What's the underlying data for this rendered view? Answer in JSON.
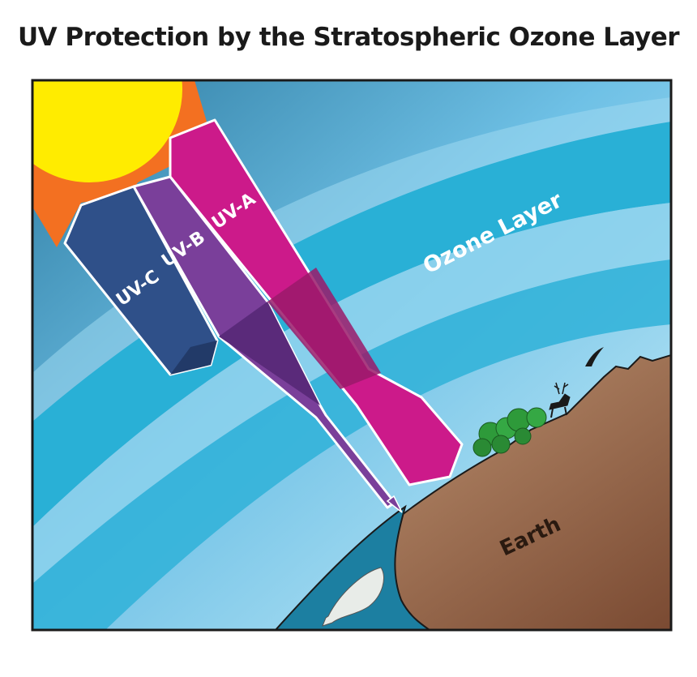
{
  "title": "UV Protection by the Stratospheric Ozone Layer",
  "labels": {
    "uvc": "UV-C",
    "uvb": "UV-B",
    "uva": "UV-A",
    "ozone": "Ozone Layer",
    "earth": "Earth"
  },
  "colors": {
    "sky_top": "#3f8fb4",
    "sky_light": "#a9dcf2",
    "ozone_band": "#2db3d8",
    "sun": "#ffec00",
    "sun_rays": "#f37021",
    "uvc": "#2f5089",
    "uvb": "#7a3f9a",
    "uva": "#cc1a8a",
    "earth": "#a87b5e",
    "ocean": "#1f86a8",
    "trees": "#2e9a3a"
  }
}
